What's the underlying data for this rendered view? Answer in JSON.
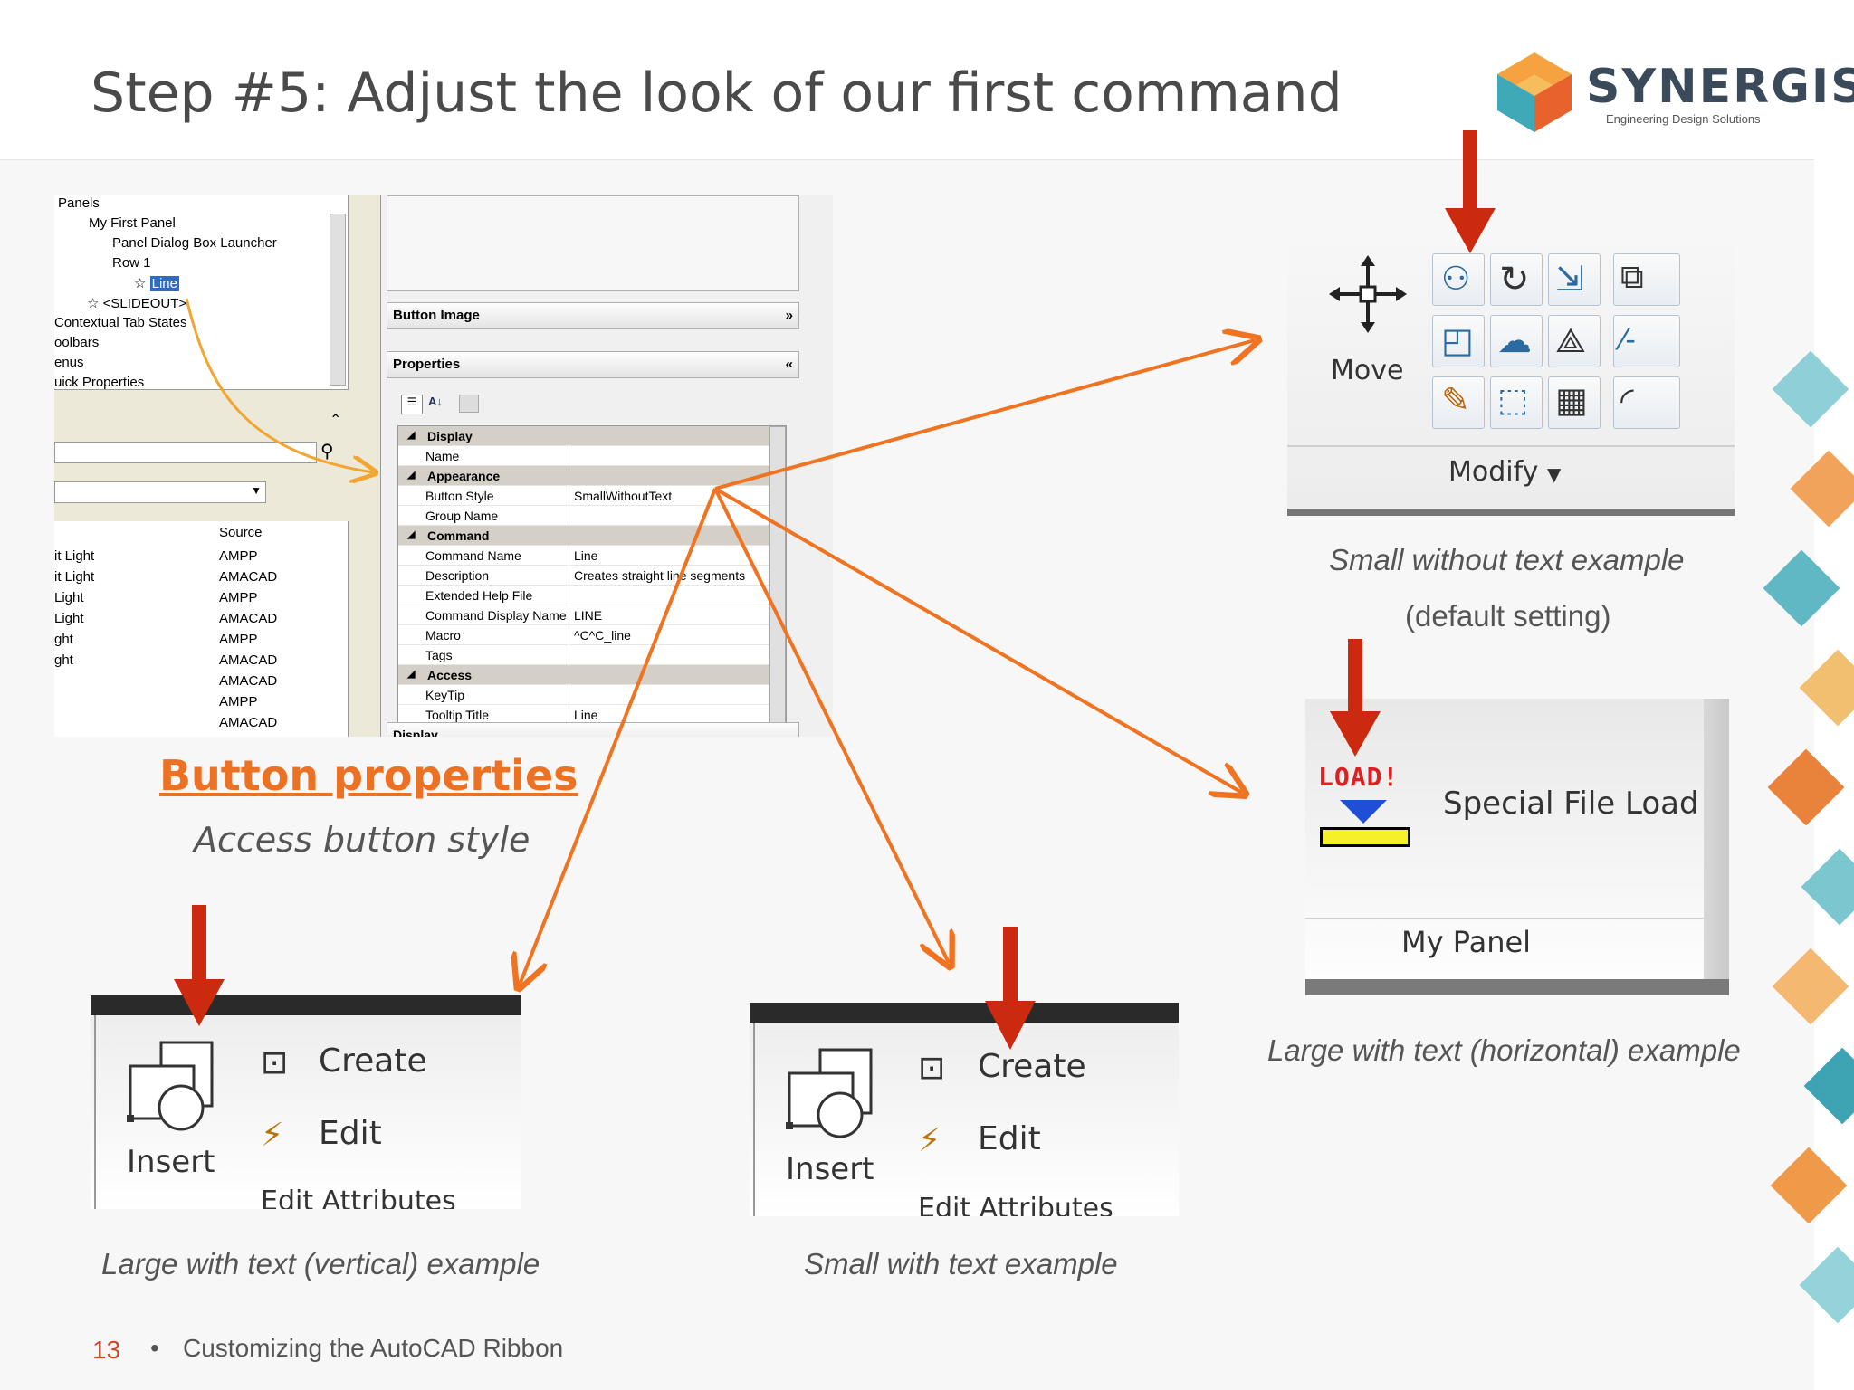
{
  "slide": {
    "title": "Step #5: Adjust the look of our first command",
    "logo_word": "SYNERGIS",
    "logo_tagline": "Engineering Design Solutions",
    "button_properties": "Button properties",
    "access_button_style": "Access button style",
    "footer": {
      "page": "13",
      "bullet": "•",
      "text": "Customizing the AutoCAD Ribbon"
    }
  },
  "colors": {
    "accent": "#ec7122",
    "arrow_red": "#cc2a0f",
    "arrow_orange": "#f07321"
  },
  "dialog": {
    "tree": [
      "Panels",
      "My First Panel",
      "Panel Dialog Box Launcher",
      "Row 1",
      "Line",
      "<SLIDEOUT>",
      "Contextual Tab States",
      "oolbars",
      "enus",
      "uick Properties"
    ],
    "list_header_source": "Source",
    "list_rows": [
      {
        "name": "it Light",
        "source": "AMPP"
      },
      {
        "name": "it Light",
        "source": "AMACAD"
      },
      {
        "name": "Light",
        "source": "AMPP"
      },
      {
        "name": "Light",
        "source": "AMACAD"
      },
      {
        "name": "ght",
        "source": "AMPP"
      },
      {
        "name": "ght",
        "source": "AMACAD"
      },
      {
        "name": "",
        "source": "AMACAD"
      },
      {
        "name": "",
        "source": "AMPP"
      },
      {
        "name": "",
        "source": "AMACAD"
      }
    ],
    "button_image_header": "Button Image",
    "properties_header": "Properties",
    "categories": {
      "display": "Display",
      "appearance": "Appearance",
      "command": "Command",
      "access": "Access",
      "display_bottom": "Display"
    },
    "props": {
      "name_k": "Name",
      "name_v": "",
      "button_style_k": "Button Style",
      "button_style_v": "SmallWithoutText",
      "group_name_k": "Group Name",
      "group_name_v": "",
      "command_name_k": "Command Name",
      "command_name_v": "Line",
      "description_k": "Description",
      "description_v": "Creates straight line segments",
      "ext_help_k": "Extended Help File",
      "ext_help_v": "",
      "cmd_display_k": "Command Display Name",
      "cmd_display_v": "LINE",
      "macro_k": "Macro",
      "macro_v": "^C^C_line",
      "tags_k": "Tags",
      "tags_v": "",
      "keytip_k": "KeyTip",
      "keytip_v": "",
      "tooltip_k": "Tooltip Title",
      "tooltip_v": "Line"
    }
  },
  "examples": {
    "small_without_text": {
      "caption": "Small without text example",
      "subcaption": "(default setting)",
      "move_label": "Move",
      "panel_label": "Modify"
    },
    "large_horizontal": {
      "caption": "Large with text (horizontal) example",
      "load_text": "LOAD!",
      "button_label": "Special File Load",
      "panel_label": "My Panel"
    },
    "large_vertical": {
      "caption": "Large with text (vertical) example",
      "insert": "Insert",
      "create": "Create",
      "edit": "Edit",
      "edit_attr": "Edit Attributes"
    },
    "small_with_text": {
      "caption": "Small with text example",
      "insert": "Insert",
      "create": "Create",
      "edit": "Edit",
      "edit_attr": "Edit Attributes"
    }
  }
}
